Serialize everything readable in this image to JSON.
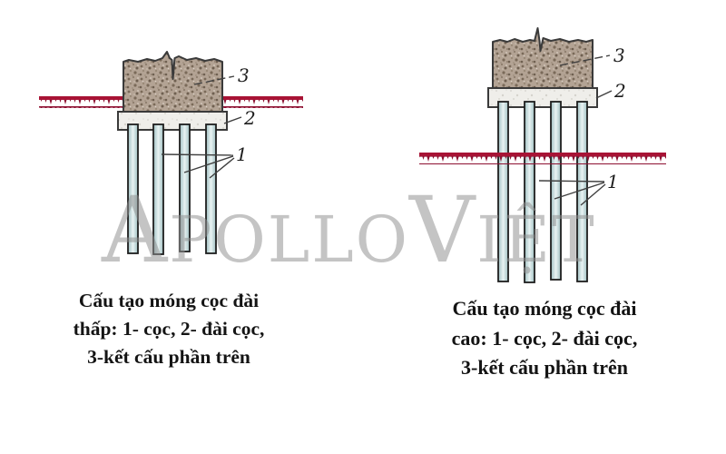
{
  "watermark": {
    "text": "ApolloViệt"
  },
  "colors": {
    "ground_red": "#a81335",
    "hatch_red": "#8e1132",
    "pile_fill": "#b6d3d4",
    "pile_highlight": "#e9f3f3",
    "cap_fill": "#efeeea",
    "block_base": "#b3a394",
    "watermark_gray": "#8f8f8f",
    "label_color": "#1c1c1c"
  },
  "diagrams": [
    {
      "name": "low-pile-cap",
      "labels": {
        "pile": "1",
        "pile_cap": "2",
        "superstructure": "3"
      },
      "caption": {
        "lines": [
          "Cấu tạo móng cọc đài",
          "thấp: 1- cọc, 2- đài cọc,",
          "3-kết cấu phần trên"
        ]
      }
    },
    {
      "name": "high-pile-cap",
      "labels": {
        "pile": "1",
        "pile_cap": "2",
        "superstructure": "3"
      },
      "caption": {
        "lines": [
          "Cấu tạo móng cọc đài",
          "cao: 1- cọc, 2- đài cọc,",
          "3-kết cấu phần trên"
        ]
      }
    }
  ]
}
